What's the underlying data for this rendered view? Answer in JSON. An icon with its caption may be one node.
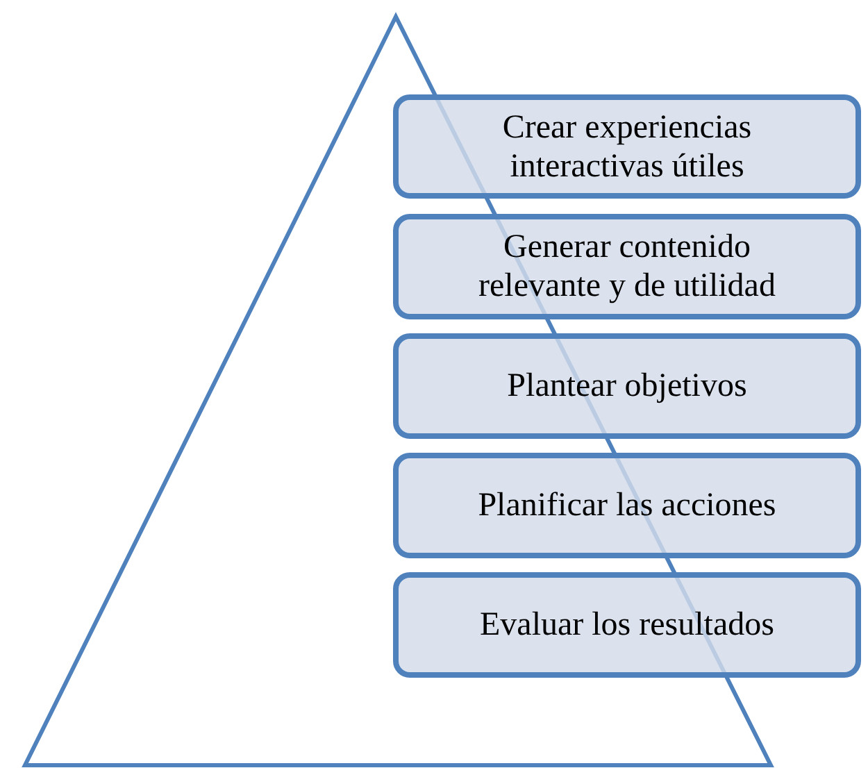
{
  "diagram": {
    "nodes": [
      {
        "text": [
          "Crear experiencias interactivas útiles"
        ]
      },
      {
        "text": [
          "Generar contenido relevante y de utilidad"
        ]
      },
      {
        "text": [
          "Plantear objetivos"
        ]
      },
      {
        "text": [
          "Planificar las acciones"
        ]
      },
      {
        "text": [
          "Evaluar los resultados"
        ]
      }
    ],
    "edges": []
  }
}
